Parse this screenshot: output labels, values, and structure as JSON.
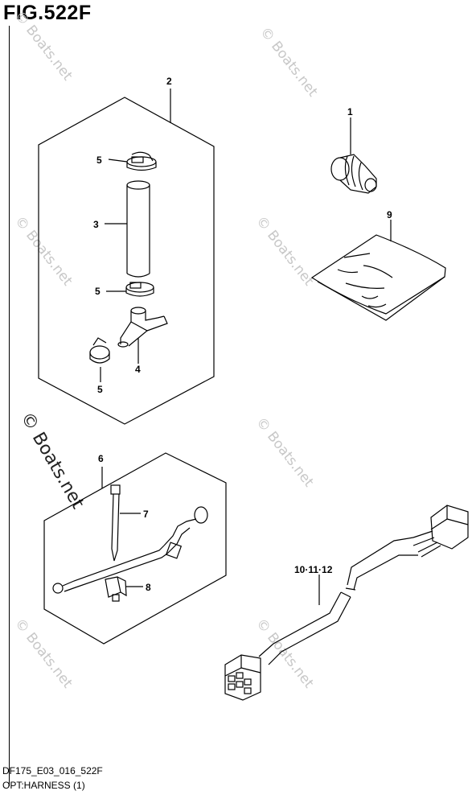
{
  "header": {
    "figure_title": "FIG.522F"
  },
  "footer": {
    "code": "DF175_E03_016_522F",
    "section": "OPT:HARNESS (1)"
  },
  "watermark": {
    "text": "© Boats.net",
    "light_color": "#c8c8c8",
    "dark_color": "#222222"
  },
  "callouts": {
    "kit_2": "2",
    "clip_top": "5",
    "hose": "3",
    "clip_mid": "5",
    "joint": "4",
    "clip_bottom": "5",
    "plug": "1",
    "bag": "9",
    "kit_6": "6",
    "tie": "7",
    "fuse_holder": "8",
    "harness": "10·11·12"
  }
}
